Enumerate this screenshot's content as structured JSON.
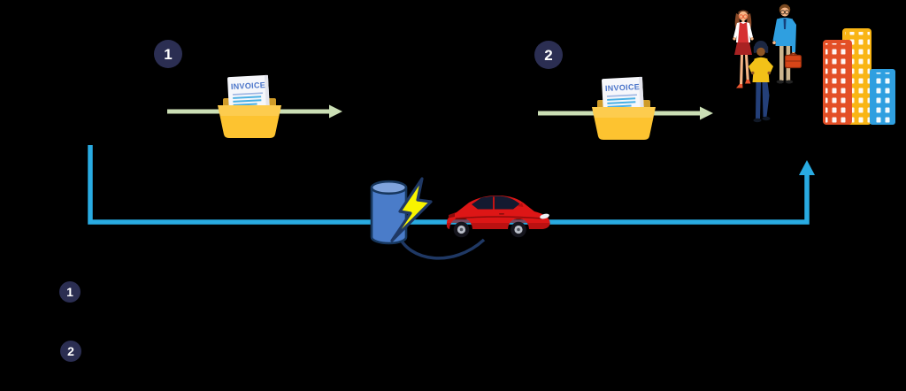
{
  "diagram": {
    "invoice_label": "INVOICE",
    "steps": [
      {
        "number": "1"
      },
      {
        "number": "2"
      }
    ],
    "legend": [
      {
        "number": "1"
      },
      {
        "number": "2"
      }
    ]
  },
  "icons": {
    "invoice_folder": "invoice-folder-icon",
    "flow_arrow": "arrow-right-icon",
    "energy_flow": "energy-flow-arrow-icon",
    "charging_station": "charging-station-cylinder-icon",
    "lightning": "lightning-bolt-icon",
    "car": "electric-car-icon",
    "people": "consumers-group-icon",
    "buildings": "city-buildings-icon"
  },
  "palette": {
    "bg": "#000000",
    "badge-navy": "#2b2e52",
    "arrow-green": "#cbdfb5",
    "flow-blue": "#29abe2",
    "folder-yellow": "#fdc330",
    "folder-back": "#cf9b28",
    "paper-white": "#f6f7fb",
    "invoice-blue": "#4a74c9",
    "cylinder-blue": "#4a7cc9",
    "cylinder-top": "#7fa3dc",
    "outline-navy": "#17375e",
    "bolt-yellow": "#f8f400",
    "cable-navy": "#1f3864",
    "car-red": "#dd1616"
  }
}
